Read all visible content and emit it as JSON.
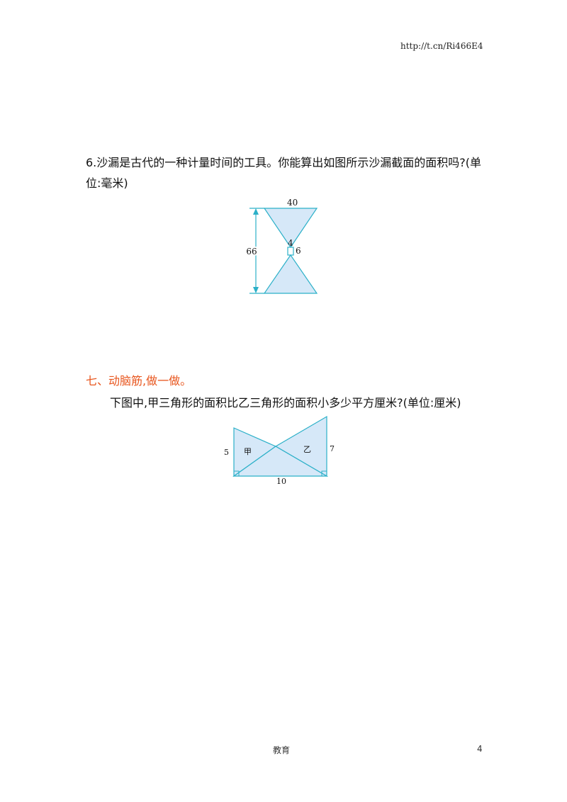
{
  "header": {
    "url": "http://t.cn/Ri466E4"
  },
  "question6": {
    "text": "6.沙漏是古代的一种计量时间的工具。你能算出如图所示沙漏截面的面积吗?(单位:毫米)",
    "figure": {
      "top_width": "40",
      "height": "66",
      "neck_width": "4",
      "neck_height": "6"
    }
  },
  "section7": {
    "title": "七、动脑筋,做一做。",
    "question": "下图中,甲三角形的面积比乙三角形的面积小多少平方厘米?(单位:厘米)",
    "figure": {
      "label_jia": "甲",
      "label_yi": "乙",
      "left_height": "5",
      "right_height": "7",
      "base": "10"
    }
  },
  "footer": {
    "center_text": "教育",
    "page_number": "4"
  },
  "colors": {
    "fill": "#d6e8f8",
    "stroke": "#2bb0c8",
    "section_title": "#e8561e"
  }
}
